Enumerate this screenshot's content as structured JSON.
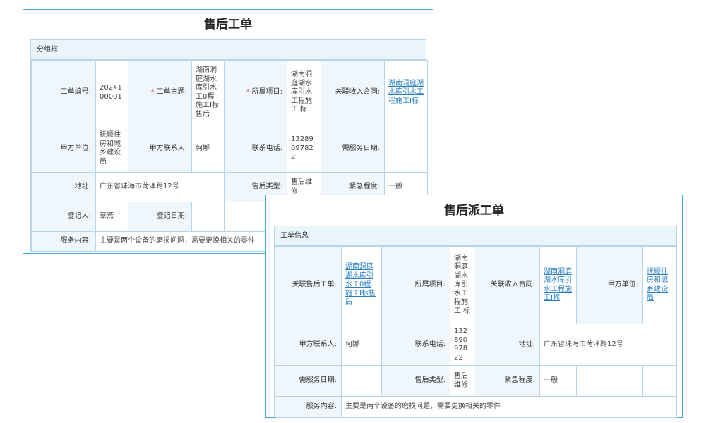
{
  "form1": {
    "title": "售后工单",
    "group_title": "分组框",
    "order_no_label": "工单编号:",
    "order_no": "2024100001",
    "subject_label": "工单主题:",
    "subject": "湖南洞庭湖水库引水工0程施工I标售后",
    "project_label": "所属项目:",
    "project": "湖南洞庭湖水库引水工程施工I标",
    "contract_label": "关联收入合同:",
    "contract": "湖南洞庭湖水库引水工程施工I标",
    "party_label": "甲方单位:",
    "party": "抚顺住房和城乡建设局",
    "contact_label": "甲方联系人:",
    "contact": "何娜",
    "phone_label": "联系电话:",
    "phone": "13289097822",
    "service_date_label": "需服务日期:",
    "service_date": "",
    "address_label": "地址:",
    "address": "广东省珠海市菏泽路12号",
    "type_label": "售后类型:",
    "type": "售后维修",
    "urgency_label": "紧急程度:",
    "urgency": "一般",
    "registrant_label": "登记人:",
    "registrant": "章燕",
    "reg_date_label": "登记日期:",
    "reg_date": "",
    "content_label": "服务内容:",
    "content": "主要是两个设备的磨损问题，需要更换相关的零件"
  },
  "form2": {
    "title": "售后派工单",
    "group_title": "工单信息",
    "order_label": "关联售后工单:",
    "order": "湖南洞庭湖水库引水工0程施工I标售后",
    "project_label": "所属项目:",
    "project": "湖南洞庭湖水库引水工程施工I标",
    "contract_label": "关联收入合同:",
    "contract": "湖南洞庭湖水库引水工程施工I标",
    "party_label": "甲方单位:",
    "party": "抚顺住房和城乡建设局",
    "contact_label": "甲方联系人:",
    "contact": "何娜",
    "phone_label": "联系电话:",
    "phone": "13289097822",
    "address_label": "地址:",
    "address": "广东省珠海市菏泽路12号",
    "service_date_label": "需服务日期:",
    "service_date": "",
    "type_label": "售后类型:",
    "type": "售后维修",
    "urgency_label": "紧急程度:",
    "urgency": "一般",
    "content_label": "服务内容:",
    "content": "主要是两个设备的磨损问题，需要更换相关的零件"
  },
  "colors": {
    "border": "#4aa8d8",
    "cell_border": "#b9d3e8",
    "label_bg": "#f0f7fc",
    "link": "#2a7fc4",
    "required": "#e23b3b"
  }
}
